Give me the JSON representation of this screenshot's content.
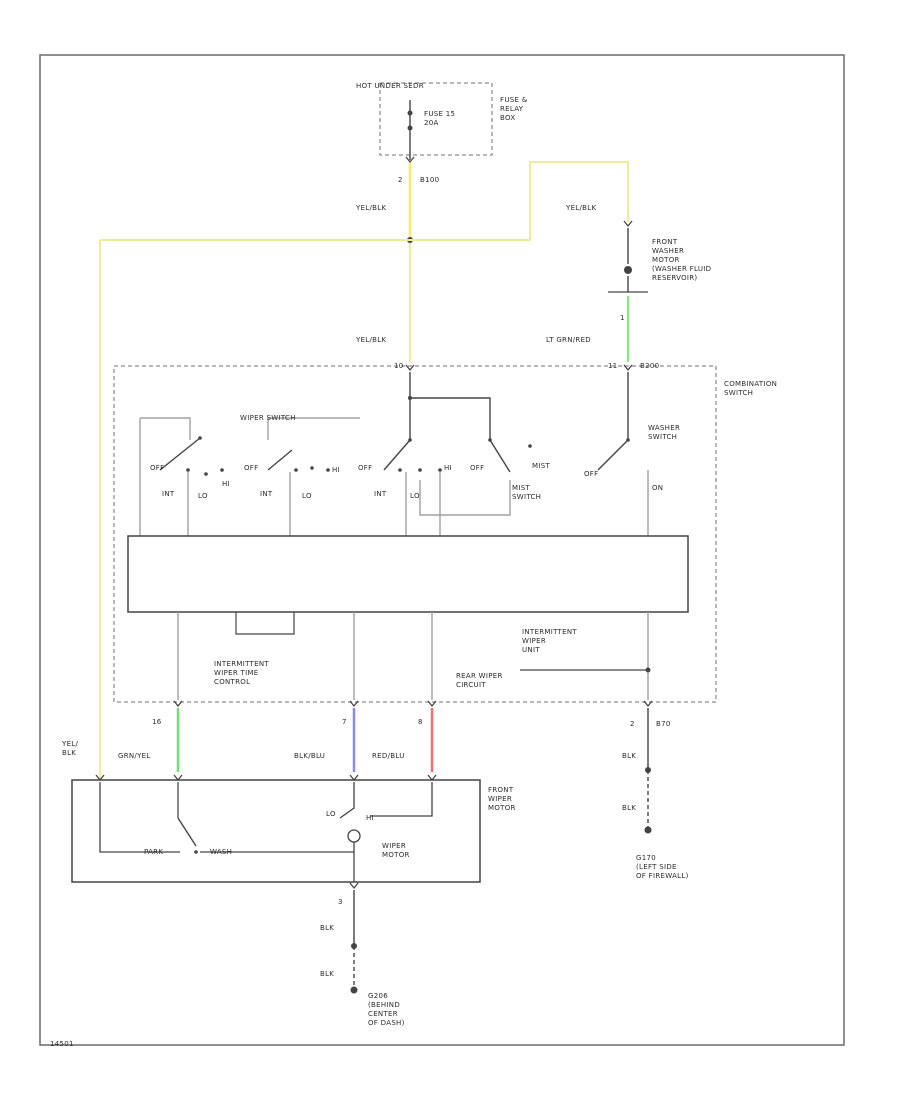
{
  "colors": {
    "wire": "#a0a0a0",
    "wire_dark": "#444444",
    "border": "#6a6a6a",
    "yel_blk": "#ecec9a",
    "yel_blk_bright": "#f0f060",
    "lt_grn_red": "#88e888",
    "grn_yel": "#70e070",
    "blk_blu": "#8a8aee",
    "red_blu": "#ee7070"
  },
  "labels": {
    "hot_power": "HOT UNDER SEDR",
    "fuse": "FUSE 15\n20A",
    "fuse_relay_box": "FUSE &\nRELAY\nBOX",
    "pin_2_top": "2",
    "conn_b100": "B100",
    "yel_blk_top": "YEL/BLK",
    "yel_blk_mid": "YEL/BLK",
    "yel_blk_right": "YEL/BLK",
    "washer_motor": "FRONT\nWASHER\nMOTOR\n(WASHER FLUID\nRESERVOIR)",
    "pin_1_washer": "1",
    "lt_grn_red": "LT GRN/RED",
    "combination_switch": "COMBINATION\nSWITCH",
    "pin_10": "10",
    "pin_11": "11",
    "conn_b200": "B200",
    "wiper_switch": "WIPER SWITCH",
    "washer_switch": "WASHER\nSWITCH",
    "off_1": "OFF",
    "off_2": "OFF",
    "off_3": "OFF",
    "off_4": "OFF",
    "off_5": "OFF",
    "int_1": "INT",
    "int_2": "INT",
    "int_3": "INT",
    "lo_1": "LO",
    "lo_2": "LO",
    "lo_3": "LO",
    "hi_1": "HI",
    "hi_2": "HI",
    "hi_3": "HI",
    "mist": "MIST",
    "mist_switch": "MIST\nSWITCH",
    "on": "ON",
    "intermittent_wiper_unit": "INTERMITTENT\nWIPER\nUNIT",
    "rear_wiper_circuit": "REAR WIPER\nCIRCUIT",
    "intermittent_wiper_time_control": "INTERMITTENT\nWIPER TIME\nCONTROL",
    "pin_16": "16",
    "pin_7": "7",
    "pin_8": "8",
    "pin_2_right": "2",
    "conn_b70": "B70",
    "yel_blk_left": "YEL/\nBLK",
    "grn_yel": "GRN/YEL",
    "blk_blu": "BLK/BLU",
    "red_blu": "RED/BLU",
    "front_wiper_motor": "FRONT\nWIPER\nMOTOR",
    "lo_motor": "LO",
    "hi_motor": "HI",
    "wiper_motor": "WIPER\nMOTOR",
    "park": "PARK",
    "wash": "WASH",
    "blk_r1": "BLK",
    "blk_r2": "BLK",
    "g170": "G170\n(LEFT SIDE\nOF FIREWALL)",
    "pin_3": "3",
    "blk_b1": "BLK",
    "blk_b2": "BLK",
    "g206": "G206\n(BEHIND\nCENTER\nOF DASH)",
    "diagram_id": "14501"
  }
}
